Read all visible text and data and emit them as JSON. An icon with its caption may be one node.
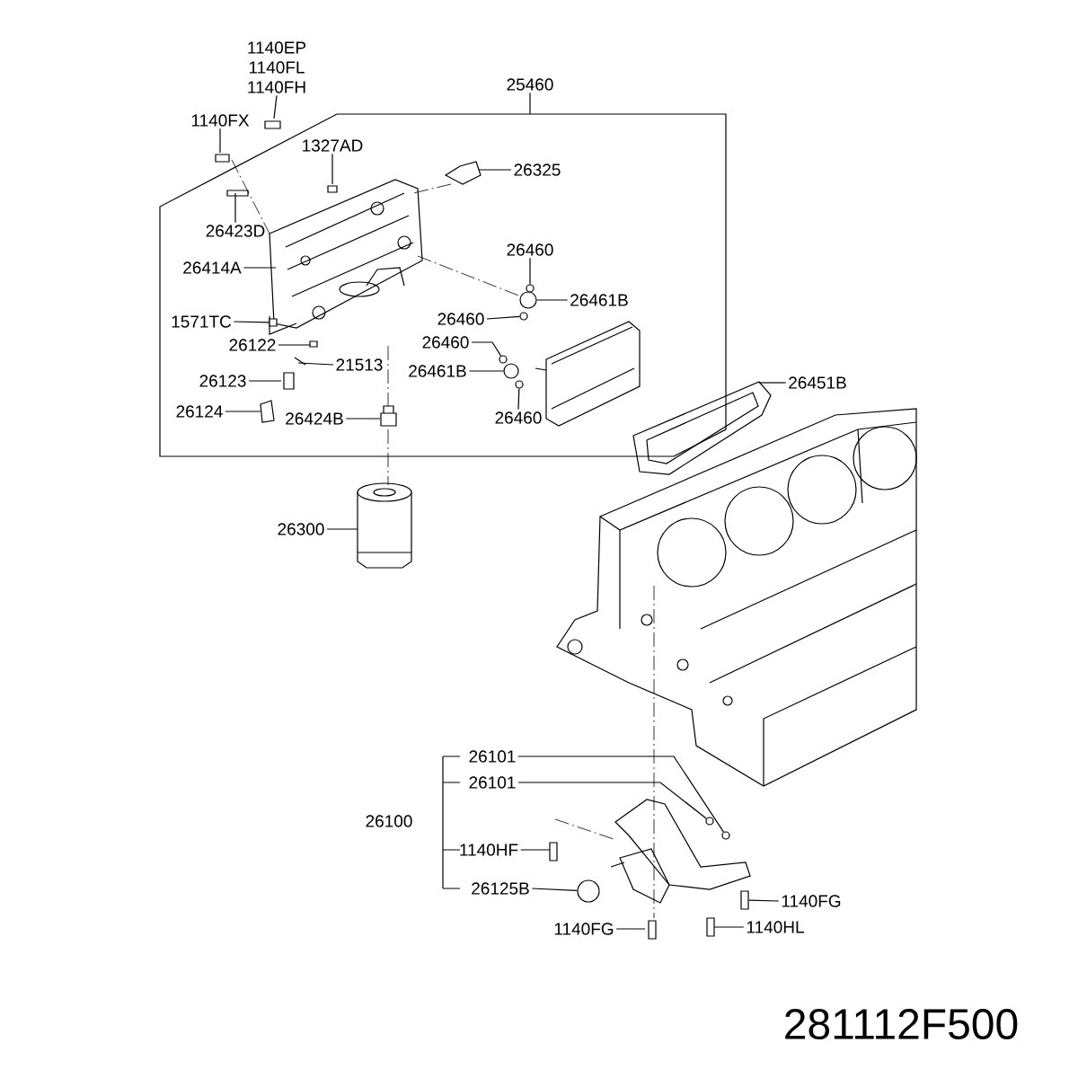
{
  "diagram": {
    "nodes": [
      {
        "text": [
          "1140EP",
          "1140FL",
          "1140FH"
        ]
      },
      {
        "text": [
          "1140FX"
        ]
      },
      {
        "text": [
          "25460"
        ]
      },
      {
        "text": [
          "1327AD"
        ]
      },
      {
        "text": [
          "26325"
        ]
      },
      {
        "text": [
          "26423D"
        ]
      },
      {
        "text": [
          "26414A"
        ]
      },
      {
        "text": [
          "1571TC"
        ]
      },
      {
        "text": [
          "26122"
        ]
      },
      {
        "text": [
          "21513"
        ]
      },
      {
        "text": [
          "26123"
        ]
      },
      {
        "text": [
          "26124"
        ]
      },
      {
        "text": [
          "26424B"
        ]
      },
      {
        "text": [
          "26460"
        ]
      },
      {
        "text": [
          "26461B"
        ]
      },
      {
        "text": [
          "26460"
        ]
      },
      {
        "text": [
          "26460"
        ]
      },
      {
        "text": [
          "26461B"
        ]
      },
      {
        "text": [
          "26460"
        ]
      },
      {
        "text": [
          "26451B"
        ]
      },
      {
        "text": [
          "26300"
        ]
      },
      {
        "text": [
          "26101"
        ]
      },
      {
        "text": [
          "26101"
        ]
      },
      {
        "text": [
          "26100"
        ]
      },
      {
        "text": [
          "1140HF"
        ]
      },
      {
        "text": [
          "26125B"
        ]
      },
      {
        "text": [
          "1140FG"
        ]
      },
      {
        "text": [
          "1140FG"
        ]
      },
      {
        "text": [
          "1140HL"
        ]
      },
      {
        "text": [],
        "shape": "box"
      },
      {
        "text": [],
        "shape": "circle"
      },
      {
        "text": [],
        "shape": "box"
      },
      {
        "text": [],
        "shape": "circle"
      },
      {
        "text": [],
        "shape": "circle"
      },
      {
        "text": [],
        "shape": "circle"
      },
      {
        "text": [],
        "shape": "circle"
      },
      {
        "text": [],
        "shape": "circle"
      },
      {
        "text": [],
        "shape": "circle"
      },
      {
        "text": [],
        "shape": "circle"
      },
      {
        "text": [],
        "shape": "circle"
      }
    ],
    "edges": [
      {
        "from": 0,
        "to": null,
        "arrow": "none"
      },
      {
        "from": 1,
        "to": null,
        "arrow": "none"
      },
      {
        "from": 2,
        "to": null,
        "arrow": "none"
      },
      {
        "from": 3,
        "to": null,
        "arrow": "none"
      },
      {
        "from": 4,
        "to": null,
        "arrow": "none"
      },
      {
        "from": 5,
        "to": null,
        "arrow": "none"
      },
      {
        "from": 6,
        "to": null,
        "arrow": "none"
      },
      {
        "from": 7,
        "to": 29,
        "arrow": "none"
      },
      {
        "from": 8,
        "to": null,
        "arrow": "none"
      },
      {
        "from": 9,
        "to": null,
        "arrow": "none"
      },
      {
        "from": 10,
        "to": null,
        "arrow": "none"
      },
      {
        "from": 11,
        "to": null,
        "arrow": "none"
      },
      {
        "from": 12,
        "to": null,
        "arrow": "none"
      },
      {
        "from": 13,
        "to": 32,
        "arrow": "none"
      },
      {
        "from": 14,
        "to": 33,
        "arrow": "none"
      },
      {
        "from": 15,
        "to": 34,
        "arrow": "none"
      },
      {
        "from": 16,
        "to": 35,
        "arrow": "none"
      },
      {
        "from": 17,
        "to": 36,
        "arrow": "none"
      },
      {
        "from": 18,
        "to": 37,
        "arrow": "none"
      },
      {
        "from": 19,
        "to": null,
        "arrow": "none"
      },
      {
        "from": 20,
        "to": null,
        "arrow": "none"
      },
      {
        "from": 21,
        "to": 38,
        "arrow": "none"
      },
      {
        "from": 22,
        "to": 39,
        "arrow": "none"
      },
      {
        "from": 24,
        "to": null,
        "arrow": "none"
      },
      {
        "from": 25,
        "to": 30,
        "arrow": "none"
      },
      {
        "from": 26,
        "to": 31,
        "arrow": "none"
      },
      {
        "from": 27,
        "to": null,
        "arrow": "none"
      },
      {
        "from": 28,
        "to": null,
        "arrow": "none"
      }
    ],
    "labels": [
      "281112F500"
    ]
  }
}
